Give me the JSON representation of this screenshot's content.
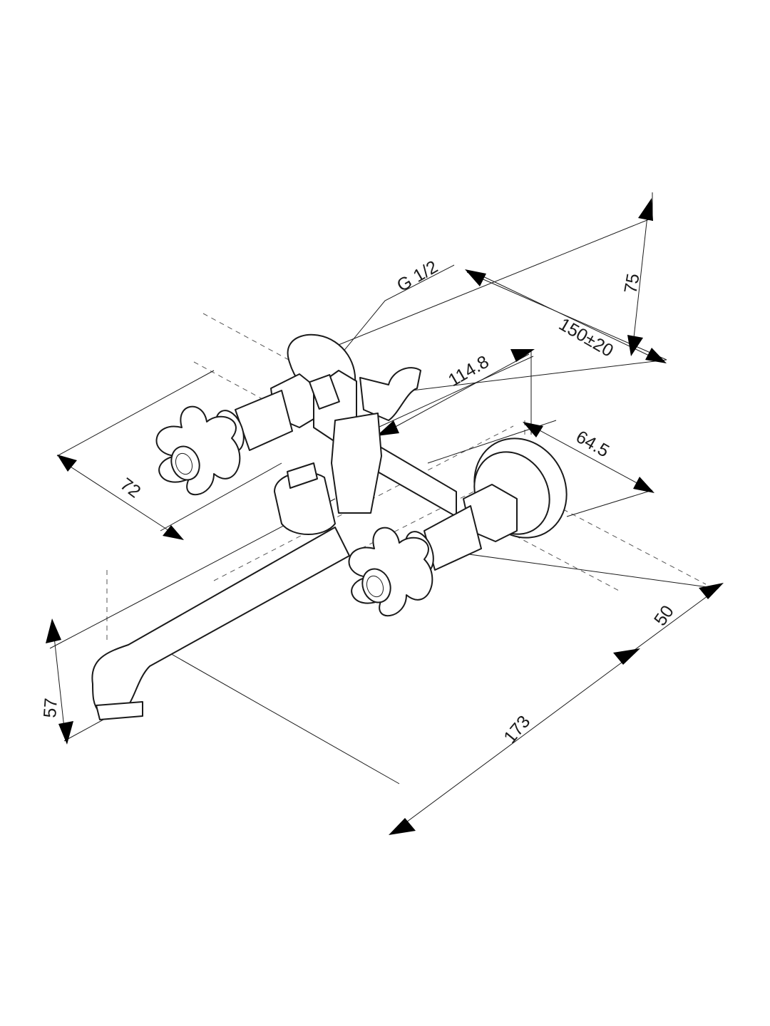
{
  "dimensions": {
    "thread": "G 1/2",
    "spacing": "150±20",
    "height_top": "75",
    "body_length": "114.8",
    "outlet_depth": "64.5",
    "handle_width": "72",
    "wall_offset": "50",
    "spout_height": "57",
    "spout_length": "173"
  },
  "colors": {
    "line": "#1a1a1a",
    "arrow": "#000000",
    "background": "#ffffff"
  }
}
